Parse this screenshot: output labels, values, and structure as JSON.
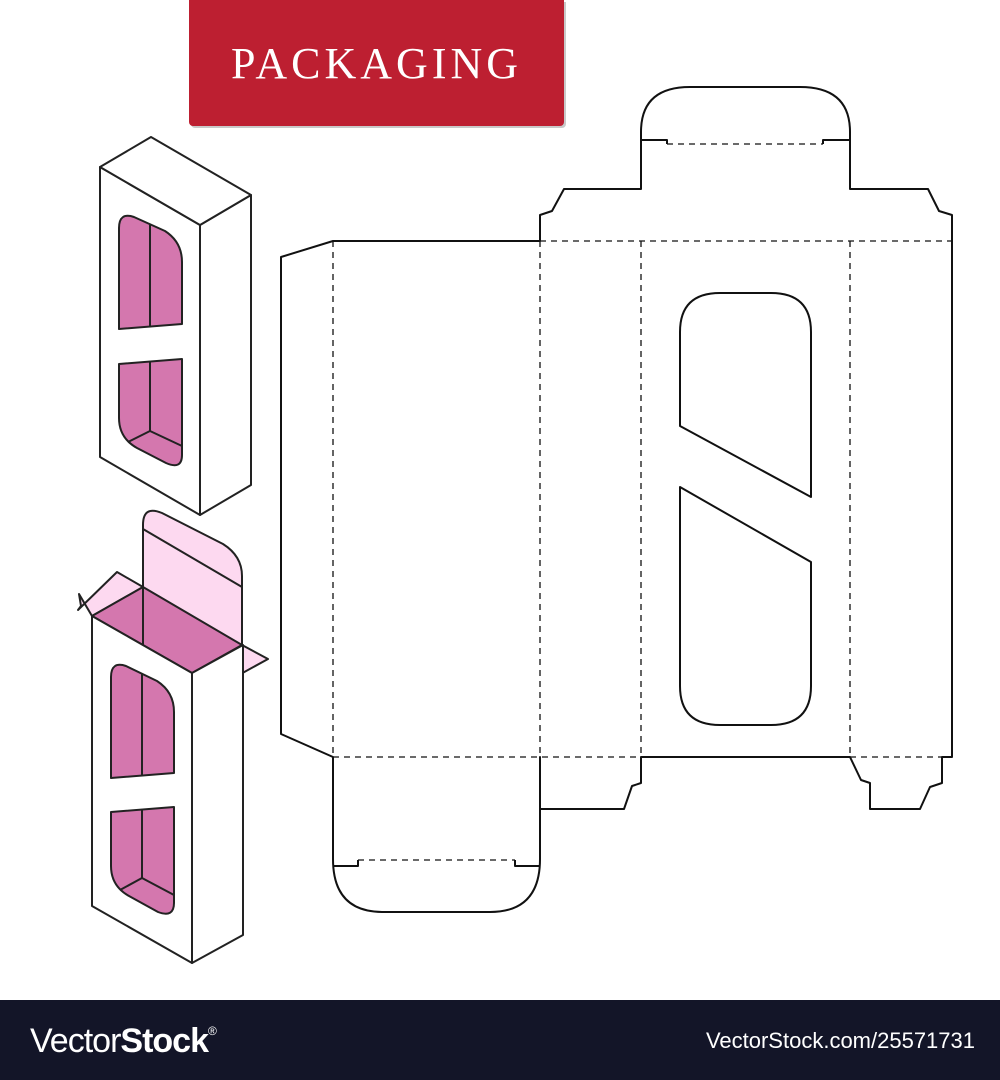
{
  "header": {
    "title": "PACKAGING"
  },
  "colors": {
    "badge": "#bd1f31",
    "window_fill": "#d477ae",
    "flap_fill": "#fdd9f0",
    "line": "#222222",
    "footer_bg": "#131528"
  },
  "illustrations": [
    {
      "name": "closed-box-isometric",
      "description": "Closed box with two windows"
    },
    {
      "name": "open-box-isometric",
      "description": "Open box with top flaps raised"
    },
    {
      "name": "die-cut-template",
      "description": "Flat die-line with cut and fold lines, window cutouts"
    }
  ],
  "footer": {
    "brand_light": "Vector",
    "brand_bold": "Stock",
    "brand_mark": "®",
    "reference": "VectorStock.com/25571731"
  }
}
